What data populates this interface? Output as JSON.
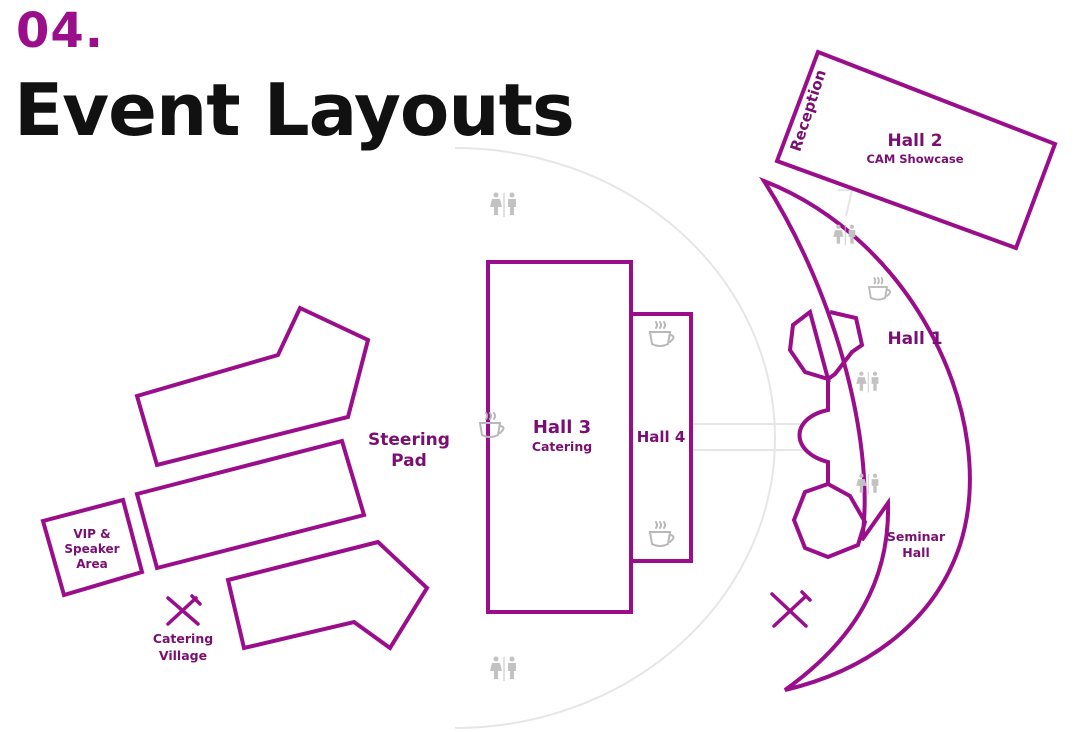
{
  "header": {
    "section_number": "04.",
    "title": "Event Layouts"
  },
  "labels": {
    "hall2": "Hall 2",
    "hall2_sub": "CAM Showcase",
    "reception": "Reception",
    "hall1": "Hall 1",
    "seminar_line1": "Seminar",
    "seminar_line2": "Hall",
    "hall3": "Hall 3",
    "hall3_sub": "Catering",
    "hall4": "Hall 4",
    "steering_line1": "Steering",
    "steering_line2": "Pad",
    "vip_line1": "VIP &",
    "vip_line2": "Speaker",
    "vip_line3": "Area",
    "catering_line1": "Catering",
    "catering_line2": "Village"
  },
  "colors": {
    "accent": "#9a0e8c",
    "label": "#7a0f72",
    "title": "#111111",
    "guide": "#e6e6e6",
    "icon": "#b8b8b8"
  },
  "icons": [
    "toilet-icon",
    "coffee-cup-icon",
    "fork-knife-icon"
  ]
}
